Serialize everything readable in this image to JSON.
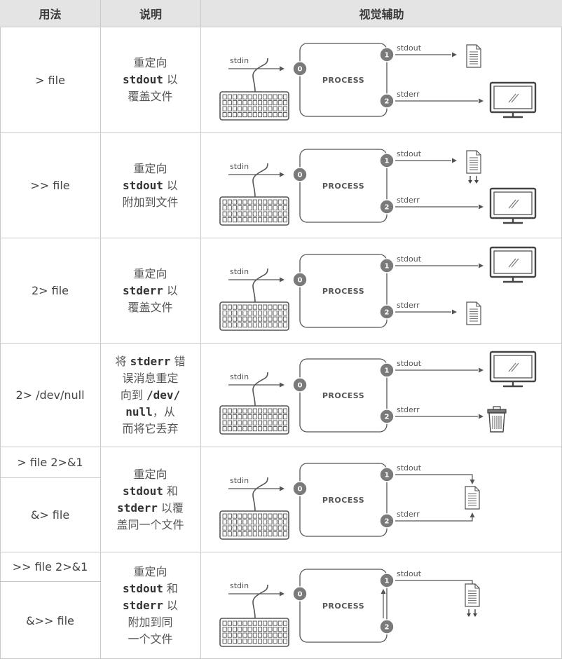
{
  "header": {
    "usage": "用法",
    "explanation": "说明",
    "visual": "视觉辅助"
  },
  "labels": {
    "stdin": "stdin",
    "stdout": "stdout",
    "stderr": "stderr",
    "process": "PROCESS",
    "fd0": "0",
    "fd1": "1",
    "fd2": "2"
  },
  "rows": [
    {
      "usage": [
        "> file"
      ],
      "expl": [
        [
          "重定向"
        ],
        [
          {
            "m": "stdout"
          },
          " 以"
        ],
        [
          "覆盖文件"
        ]
      ],
      "fd1": "file",
      "fd2": "monitor"
    },
    {
      "usage": [
        ">> file"
      ],
      "expl": [
        [
          "重定向"
        ],
        [
          {
            "m": "stdout"
          },
          " 以"
        ],
        [
          "附加到文件"
        ]
      ],
      "fd1": "file-append",
      "fd2": "monitor"
    },
    {
      "usage": [
        "2> file"
      ],
      "expl": [
        [
          "重定向"
        ],
        [
          {
            "m": "stderr"
          },
          " 以"
        ],
        [
          "覆盖文件"
        ]
      ],
      "fd1": "monitor",
      "fd2": "file"
    },
    {
      "usage": [
        "2> /dev/null"
      ],
      "expl": [
        [
          "将 ",
          {
            "m": "stderr"
          },
          " 错"
        ],
        [
          "误消息重定"
        ],
        [
          "向到 ",
          {
            "m": "/dev/"
          }
        ],
        [
          {
            "m": "null"
          },
          "，从"
        ],
        [
          "而将它丢弃"
        ]
      ],
      "fd1": "monitor",
      "fd2": "trash"
    },
    {
      "usage": [
        "> file  2>&1",
        "&> file"
      ],
      "expl": [
        [
          "重定向"
        ],
        [
          {
            "m": "stdout"
          },
          " 和"
        ],
        [
          {
            "m": "stderr"
          },
          " 以覆"
        ],
        [
          "盖同一个文件"
        ]
      ],
      "fd1": "merge",
      "fd2": "merge"
    },
    {
      "usage": [
        ">> file  2>&1",
        "&>> file"
      ],
      "expl": [
        [
          "重定向"
        ],
        [
          {
            "m": "stdout"
          },
          " 和"
        ],
        [
          {
            "m": "stderr"
          },
          " 以"
        ],
        [
          "附加到同"
        ],
        [
          "一个文件"
        ]
      ],
      "fd1": "merge-append",
      "fd2": "into-1"
    }
  ]
}
